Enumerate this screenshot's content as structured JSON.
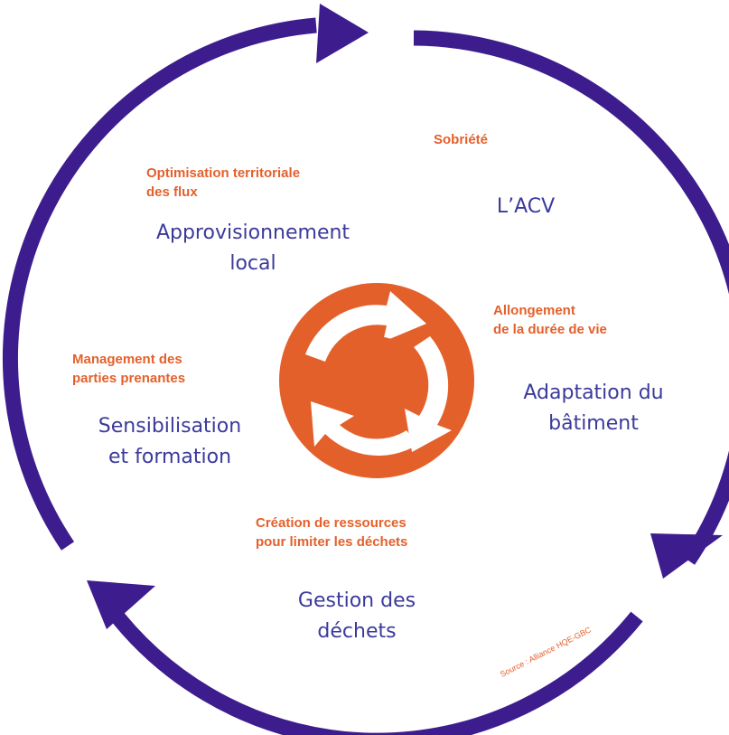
{
  "colors": {
    "arrow": "#3d1d8e",
    "accent_orange": "#e4602b",
    "text_blue": "#3b3a9c",
    "background": "#ffffff"
  },
  "center_icon": "recycle-arrows-icon",
  "labels_orange": {
    "sobriete": [
      "Sobriété"
    ],
    "optimisation": [
      "Optimisation territoriale",
      "des flux"
    ],
    "allongement": [
      "Allongement",
      "de la durée de vie"
    ],
    "management": [
      "Management des",
      "parties prenantes"
    ],
    "creation": [
      "Création de ressources",
      "pour limiter les déchets"
    ]
  },
  "labels_blue": {
    "acv": [
      "L’ACV"
    ],
    "approvisionnement": [
      "Approvisionnement",
      "local"
    ],
    "adaptation": [
      "Adaptation du",
      "bâtiment"
    ],
    "sensibilisation": [
      "Sensibilisation",
      "et formation"
    ],
    "gestion": [
      "Gestion des",
      "déchets"
    ]
  },
  "source_text": "Source : Alliance HQE-GBC"
}
